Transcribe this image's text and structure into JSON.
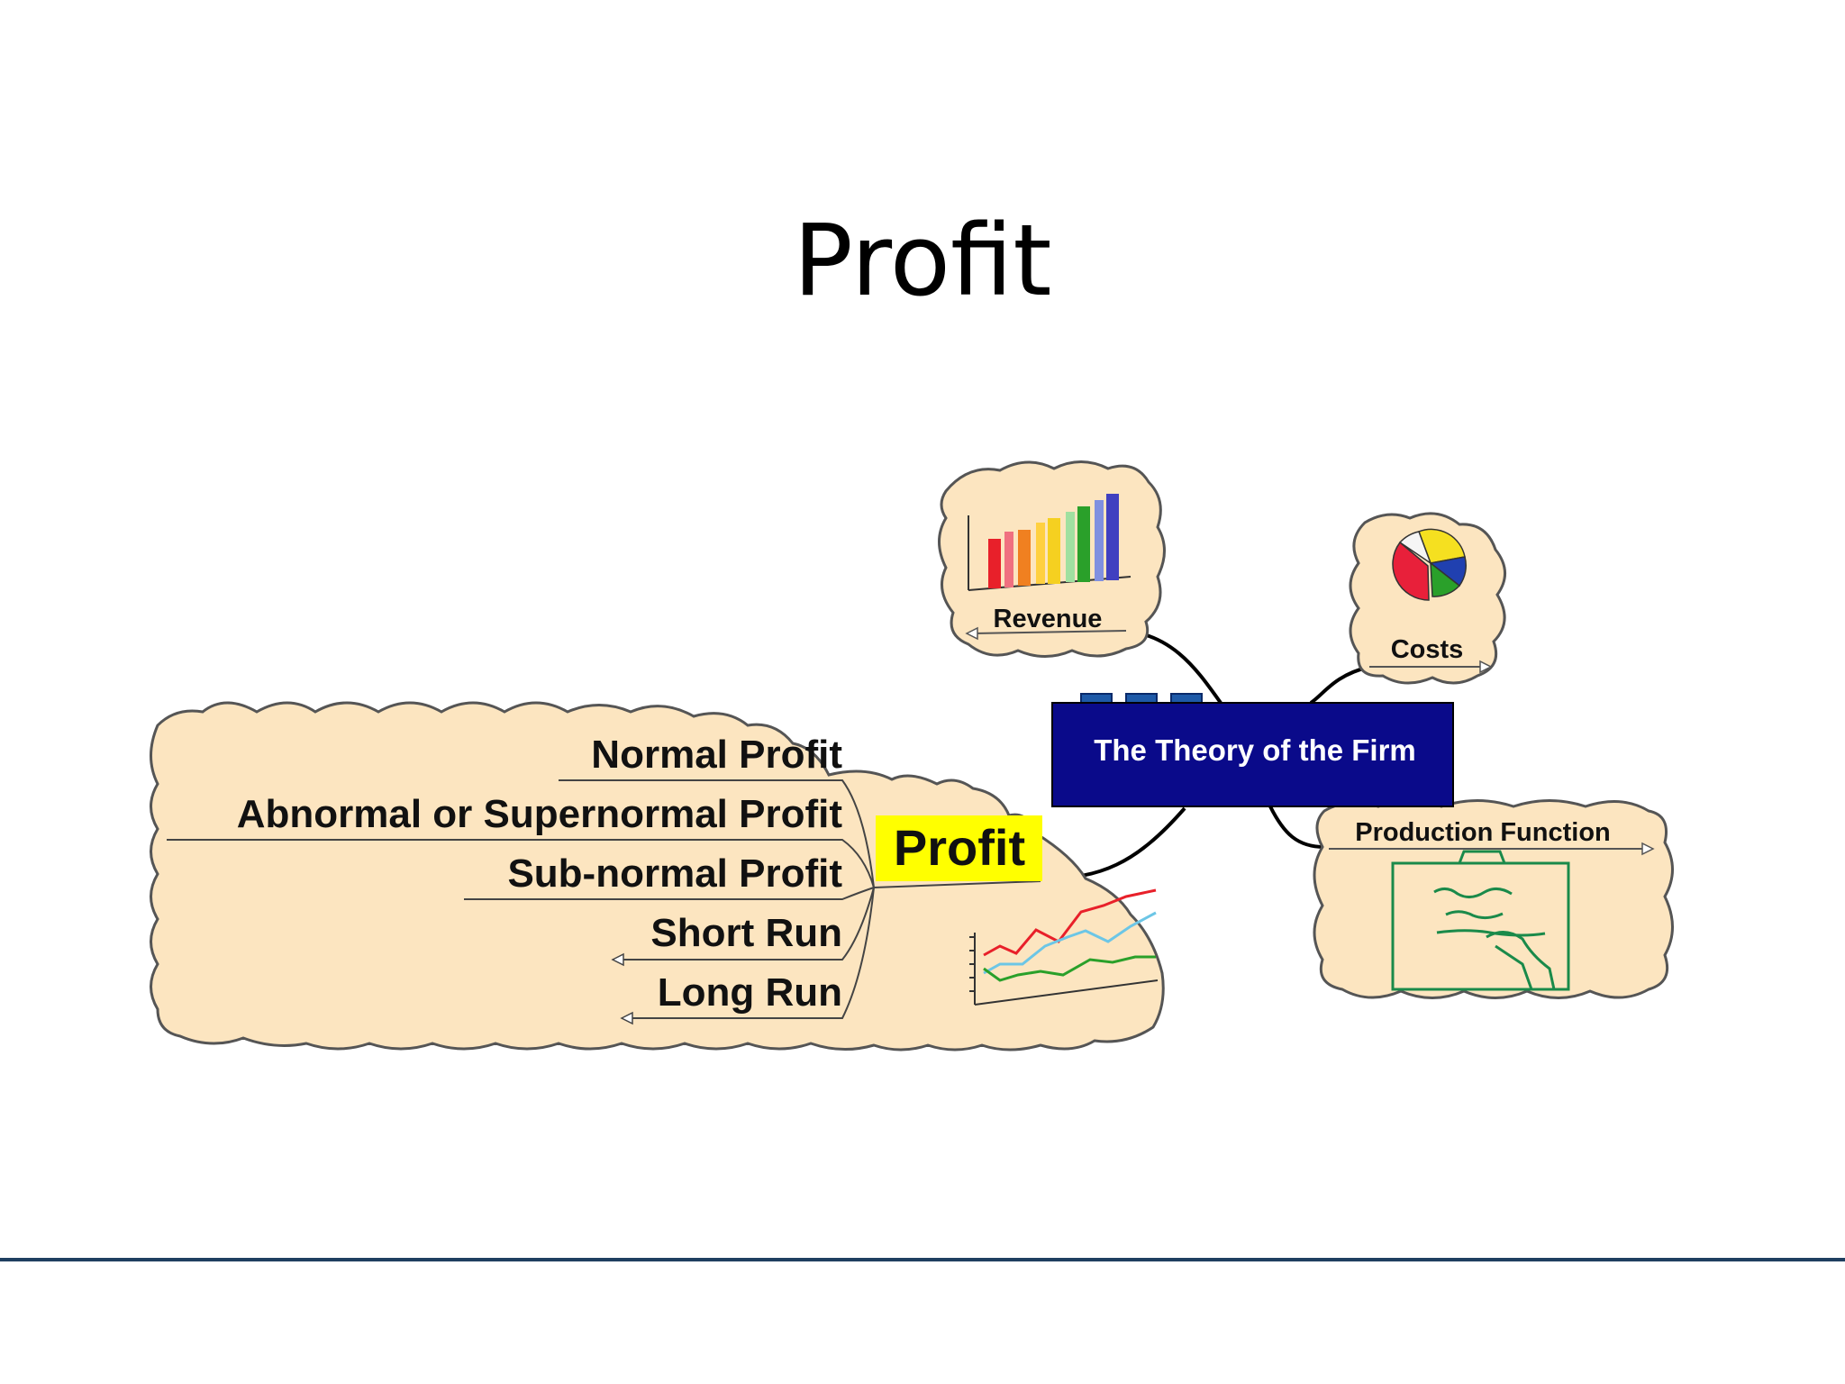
{
  "slide": {
    "title": "Profit"
  },
  "diagram": {
    "center": "The Theory of the Firm",
    "revenue": "Revenue",
    "costs": "Costs",
    "production": "Production Function",
    "profit": "Profit",
    "profit_items": [
      "Normal Profit",
      "Abnormal or Supernormal Profit",
      "Sub-normal Profit",
      "Short Run",
      "Long Run"
    ]
  },
  "colors": {
    "cloud_fill": "#fce5c0",
    "center_box": "#0a0a8a",
    "highlight": "#ffff00",
    "footer_rule": "#1f3f60"
  }
}
